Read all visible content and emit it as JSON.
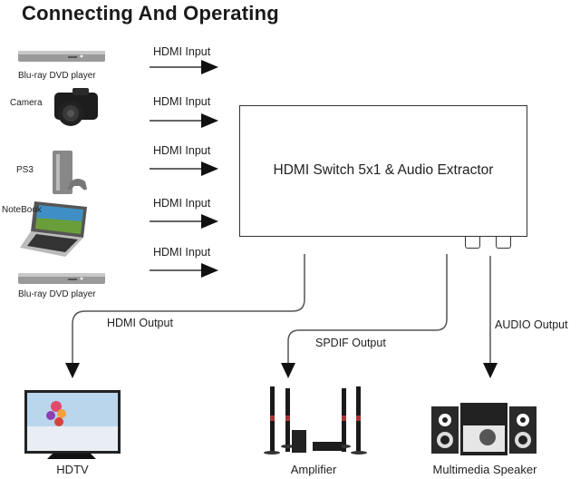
{
  "title": "Connecting And Operating",
  "sources": [
    {
      "label": "Blu-ray DVD player",
      "device": "bluray-player",
      "connection": "HDMI Input"
    },
    {
      "label": "Camera",
      "device": "camera",
      "connection": "HDMI Input"
    },
    {
      "label": "PS3",
      "device": "game-console",
      "connection": "HDMI Input"
    },
    {
      "label": "NoteBook",
      "device": "notebook",
      "connection": "HDMI Input"
    },
    {
      "label": "Blu-ray DVD player",
      "device": "bluray-player",
      "connection": "HDMI Input"
    }
  ],
  "central_device": {
    "label": "HDMI Switch 5x1 & Audio Extractor"
  },
  "outputs": [
    {
      "connection": "HDMI Output",
      "device": "tv",
      "label": "HDTV"
    },
    {
      "connection": "SPDIF Output",
      "device": "amplifier",
      "label": "Amplifier"
    },
    {
      "connection": "AUDIO Output",
      "device": "speaker",
      "label": "Multimedia Speaker"
    }
  ]
}
